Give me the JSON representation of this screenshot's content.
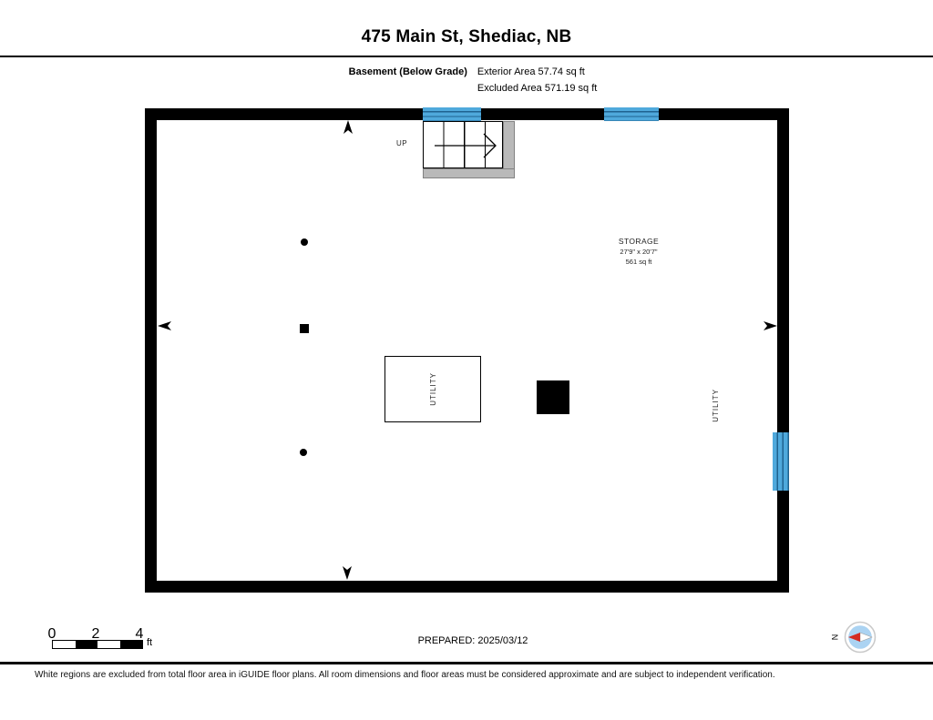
{
  "header": {
    "title": "475 Main St, Shediac, NB",
    "floor_label": "Basement (Below Grade)",
    "exterior_area": "Exterior Area 57.74 sq ft",
    "excluded_area": "Excluded Area 571.19 sq ft"
  },
  "plan": {
    "stairs": {
      "up_label": "UP"
    },
    "storage": {
      "name": "STORAGE",
      "dimensions": "27'9\" x 20'7\"",
      "area": "561 sq ft"
    },
    "utility_center": {
      "name": "UTILITY"
    },
    "utility_right": {
      "name": "UTILITY"
    }
  },
  "footer": {
    "scale": {
      "tick0": "0",
      "tick2": "2",
      "tick4": "4",
      "unit": "ft"
    },
    "prepared": "PREPARED: 2025/03/12",
    "compass_label": "N",
    "disclaimer": "White regions are excluded from total floor area in iGUIDE floor plans. All room dimensions and floor areas must be considered approximate and are subject to independent verification."
  },
  "colors": {
    "wall": "#000000",
    "window_blue": "#4fa9dc",
    "window_line_blue": "#1f628f",
    "stair_gray": "#b9b9b9",
    "compass_fill": "#abd3f2",
    "compass_needle_red": "#d42a20"
  }
}
